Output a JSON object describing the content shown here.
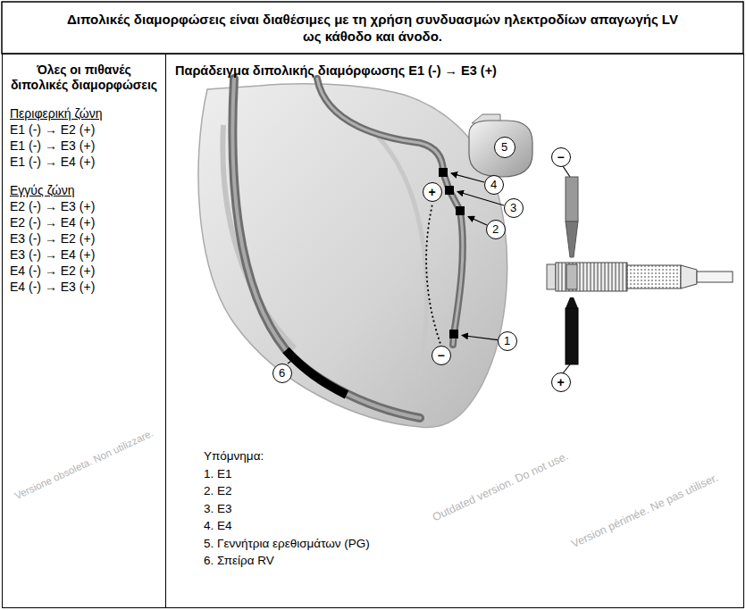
{
  "diagram": {
    "title": "Διπολικές διαμορφώσεις είναι διαθέσιμες με τη χρήση συνδυασμών ηλεκτροδίων απαγωγής LV ως κάθοδο και άνοδο.",
    "nodes": [
      {
        "text": [
          "Όλες οι πιθανές διπολικές διαμορφώσεις",
          "Περιφερική ζώνη",
          "E1 (-) → E2 (+)",
          "E1 (-) → E3 (+)",
          "E1 (-) → E4 (+)",
          "Εγγύς ζώνη",
          "E2 (-) → E3 (+)",
          "E2 (-) → E4 (+)",
          "E3 (-) → E2 (+)",
          "E3 (-) → E4 (+)",
          "E4 (-) → E2 (+)",
          "E4 (-) → E3 (+)"
        ]
      },
      {
        "text": [
          "Παράδειγμα διπολικής διαμόρφωσης E1 (-) → E3 (+)",
          "Υπόμνημα:",
          "1. E1",
          "2. E2",
          "3. E3",
          "4. E4",
          "5. Γεννήτρια ερεθισμάτων (PG)",
          "6. Σπείρα RV"
        ]
      },
      {
        "text": [
          "1"
        ],
        "in": 1
      },
      {
        "text": [
          "2"
        ],
        "in": 1
      },
      {
        "text": [
          "3"
        ],
        "in": 1
      },
      {
        "text": [
          "4"
        ],
        "in": 1
      },
      {
        "text": [
          "5"
        ],
        "in": 1
      },
      {
        "text": [
          "6"
        ],
        "in": 1
      },
      {
        "text": [
          "+"
        ],
        "in": 1
      },
      {
        "text": [
          "−"
        ],
        "in": 1
      },
      {
        "text": [
          "−"
        ],
        "in": 1
      },
      {
        "text": [
          "+"
        ],
        "in": 1
      }
    ],
    "edges": [
      {
        "from": 9,
        "to": 8,
        "arrow": "none"
      }
    ],
    "labels": [
      "Outdated version. Do not use.",
      "Version périmée. Ne pas utiliser.",
      "Versione obsoleta. Non utilizzare."
    ]
  }
}
